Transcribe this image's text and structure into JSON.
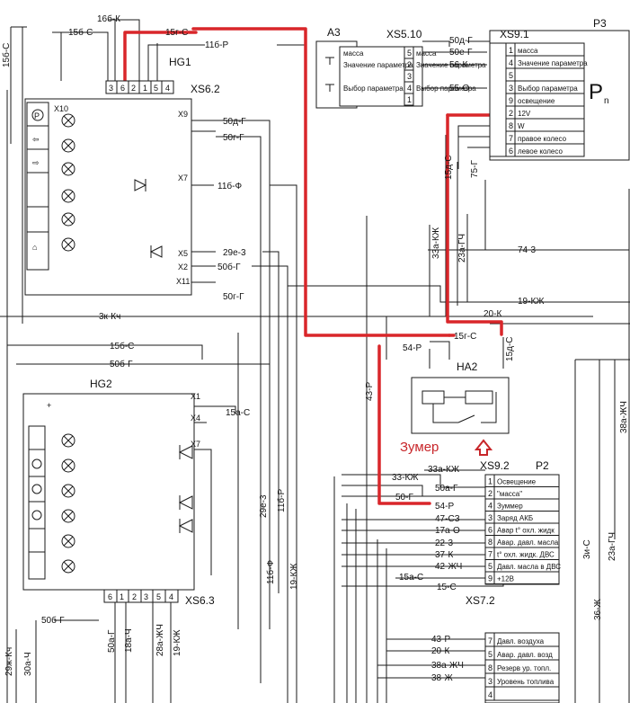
{
  "components": {
    "hg1": "HG1",
    "xs62": "XS6.2",
    "hg2": "HG2",
    "xs63": "XS6.3",
    "a3": "A3",
    "xs510": "XS5.10",
    "xs91": "XS9.1",
    "p3": "P3",
    "ha2": "HA2",
    "xs92": "XS9.2",
    "p2": "P2",
    "xs72": "XS7.2",
    "pn": "P",
    "pn_sub": "n"
  },
  "buzzer_label": "Зумер",
  "wires": {
    "w16b_top": "16б-К",
    "w15b_top": "15б-С",
    "w15g_top": "15г-С",
    "w11b_top": "11б-Р",
    "w15b_left": "15б-С",
    "w3k": "3к-Кч",
    "w15b_mid": "15б-С",
    "w50b_mid": "50б-Г",
    "x9_50d": "50д-Г",
    "x9_50g": "50г-Г",
    "x7_11b": "11б-Ф",
    "x5_29e": "29е-3",
    "x2_50b": "50б-Г",
    "x11_50g": "50г-Г",
    "xs91_50d": "50д-Г",
    "a3_50e": "50е-Г",
    "a3_56k": "56-К",
    "a3_55o": "55-О",
    "v15d": "15д-С",
    "v75g": "75-Г",
    "v33a": "33а-КЖ",
    "v23a": "23а-ГЧ",
    "w74": "74-3",
    "w19kzh": "19-КЖ",
    "w20k": "20-К",
    "ha2_15g": "15г-С",
    "ha2_54r": "54-Р",
    "ha2_15d": "15д-С",
    "v43r": "43-Р",
    "v38a": "38а-ЖЧ",
    "x4_15a": "15а-С",
    "v29e": "29е-3",
    "v11b": "11б-Р",
    "v11bf": "11б-Ф",
    "v19kzh": "19-КЖ",
    "p2_33a": "33а-КЖ",
    "p2_33": "33-КЖ",
    "p2_50a": "50а-Г",
    "p2_50g": "50-Г",
    "p2_54r": "54-Р",
    "p2_47": "47-СЗ",
    "p2_17a": "17а-О",
    "p2_22": "22-3",
    "p2_37": "37-К",
    "p2_42": "42-ЖЧ",
    "p2_15a": "15а-С",
    "p2_15c": "15-С",
    "x72_43r": "43-Р",
    "x72_20k": "20-К",
    "x72_38a": "38а-ЖЧ",
    "x72_38": "38-Ж",
    "xs63_50b": "50б-Г",
    "xs63_50a": "50а-Г",
    "xs63_18a": "18а-Ч",
    "xs63_28a": "28а-ЖЧ",
    "xs63_19": "19-КЖ",
    "l29zh": "29ж-Кч",
    "l30a": "30а-Ч",
    "r3i": "3и-С",
    "r36": "36-Ж",
    "r23a": "23а-ГЧ",
    "l15b": "15б-С"
  },
  "xs62_pins": [
    "3",
    "6",
    "2",
    "1",
    "5",
    "4"
  ],
  "xs63_pins": [
    "6",
    "1",
    "2",
    "3",
    "5",
    "4"
  ],
  "hg1_markers": {
    "x10": "X10",
    "x9": "X9",
    "x7": "X7",
    "x5": "X5",
    "x2": "X2",
    "x11": "X11"
  },
  "hg2_markers": {
    "x1": "X1",
    "x4": "X4",
    "x7": "X7",
    "plus": "+"
  },
  "a3_rows": [
    {
      "pin": "5",
      "label": "масса"
    },
    {
      "pin": "2",
      "label": "Значение параметра"
    },
    {
      "pin": "3",
      "label": ""
    },
    {
      "pin": "4",
      "label": "Выбор параметра"
    },
    {
      "pin": "1",
      "label": ""
    }
  ],
  "xs91_rows": [
    {
      "pin": "1",
      "label": "масса"
    },
    {
      "pin": "4",
      "label": "Значение параметра"
    },
    {
      "pin": "5",
      "label": ""
    },
    {
      "pin": "3",
      "label": "Выбор параметра"
    },
    {
      "pin": "9",
      "label": "освещение"
    },
    {
      "pin": "2",
      "label": "12V"
    },
    {
      "pin": "8",
      "label": "W"
    },
    {
      "pin": "7",
      "label": "правое колесо"
    },
    {
      "pin": "6",
      "label": "левое колесо"
    }
  ],
  "p2_rows": [
    {
      "pin": "1",
      "label": "Освещение"
    },
    {
      "pin": "2",
      "label": "\"масса\""
    },
    {
      "pin": "4",
      "label": "Зуммер"
    },
    {
      "pin": "3",
      "label": "Заряд АКБ"
    },
    {
      "pin": "6",
      "label": "Авар t° охл. жидк"
    },
    {
      "pin": "8",
      "label": "Авар. давл. масла"
    },
    {
      "pin": "7",
      "label": "t° охл. жидк. ДВС"
    },
    {
      "pin": "5",
      "label": "Давл. масла в ДВС"
    },
    {
      "pin": "9",
      "label": "+12В"
    }
  ],
  "xs72_rows": [
    {
      "pin": "7",
      "label": "Давл. воздуха"
    },
    {
      "pin": "5",
      "label": "Авар. давл. возд"
    },
    {
      "pin": "8",
      "label": "Резерв ур. топл."
    },
    {
      "pin": "3",
      "label": "Уровень топлива"
    },
    {
      "pin": "4",
      "label": ""
    }
  ]
}
